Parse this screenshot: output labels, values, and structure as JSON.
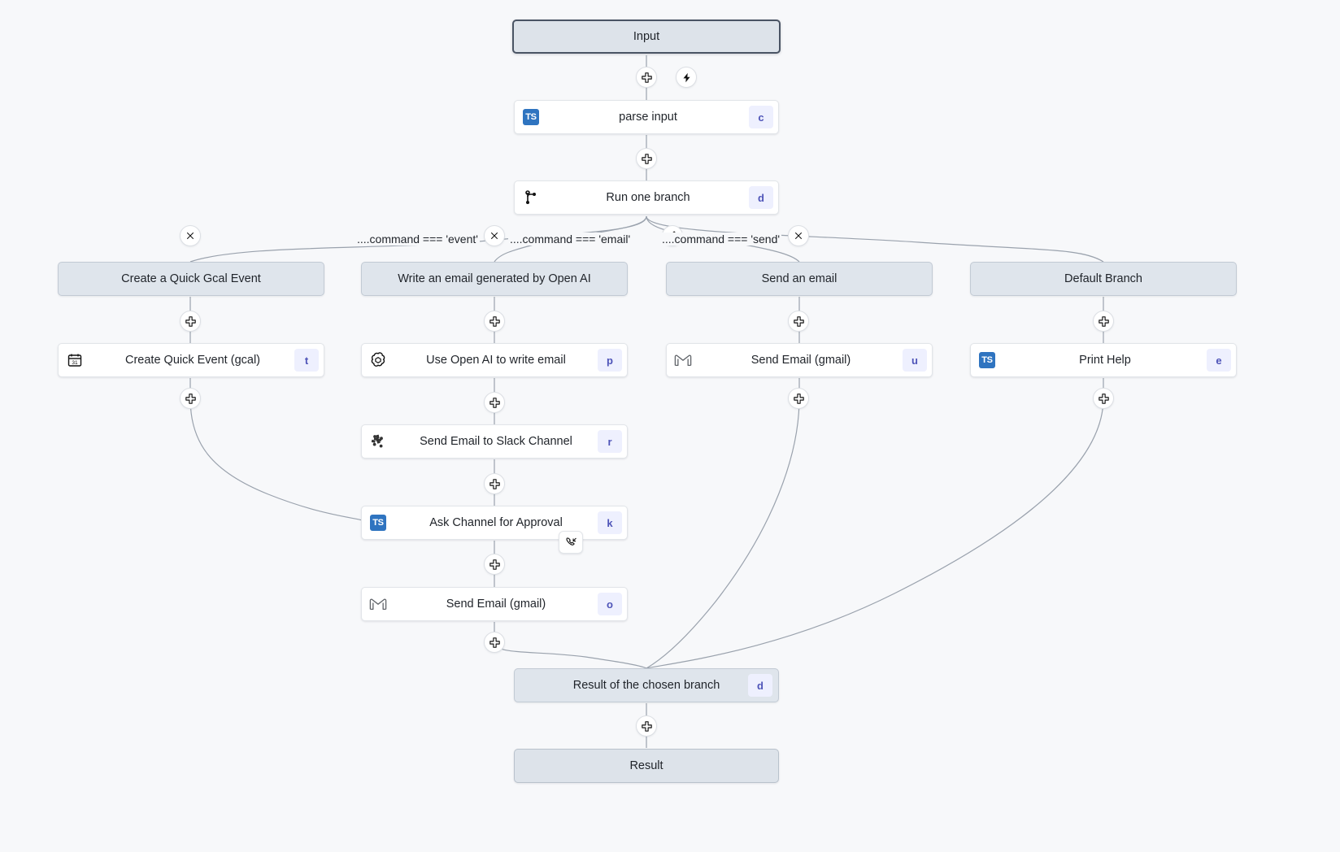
{
  "graph": {
    "background_color": "#f7f8fa",
    "accent_shortcut_color": "#4e54b8",
    "io_node_color": "#dde3ea",
    "branch_head_color": "#dfe5ec",
    "edge_color": "#9aa2ad"
  },
  "nodes": {
    "input": {
      "label": "Input",
      "kind": "io"
    },
    "parse_input": {
      "label": "parse input",
      "shortcut": "c",
      "icon": "typescript-icon"
    },
    "run_one_branch": {
      "label": "Run one branch",
      "shortcut": "d",
      "icon": "branch-icon"
    },
    "branch_event_head": {
      "label": "Create a Quick Gcal Event"
    },
    "branch_email_head": {
      "label": "Write an email generated by Open AI"
    },
    "branch_send_head": {
      "label": "Send an email"
    },
    "branch_default_head": {
      "label": "Default Branch"
    },
    "create_quick_event": {
      "label": "Create Quick Event (gcal)",
      "shortcut": "t",
      "icon": "calendar-icon"
    },
    "use_open_ai": {
      "label": "Use Open AI to write email",
      "shortcut": "p",
      "icon": "openai-icon"
    },
    "send_email_slack": {
      "label": "Send Email to Slack Channel",
      "shortcut": "r",
      "icon": "slack-icon"
    },
    "ask_channel_approval": {
      "label": "Ask Channel for Approval",
      "shortcut": "k",
      "icon": "typescript-icon",
      "badge": "suspend-resume-icon"
    },
    "send_email_gmail_branch": {
      "label": "Send Email (gmail)",
      "shortcut": "o",
      "icon": "gmail-icon"
    },
    "send_email_gmail_send": {
      "label": "Send Email (gmail)",
      "shortcut": "u",
      "icon": "gmail-icon"
    },
    "print_help": {
      "label": "Print Help",
      "shortcut": "e",
      "icon": "typescript-icon"
    },
    "result_of_branch": {
      "label": "Result of the chosen branch",
      "shortcut": "d"
    },
    "result": {
      "label": "Result",
      "kind": "io"
    }
  },
  "edge_labels": [
    {
      "text": "....command === 'event'"
    },
    {
      "text": "....command === 'email'"
    },
    {
      "text": "....command === 'send'"
    }
  ],
  "handles": {
    "add": "plus-icon",
    "trigger": "lightning-icon",
    "remove_branch": "close-icon",
    "add_branch": "add-branch-icon"
  }
}
